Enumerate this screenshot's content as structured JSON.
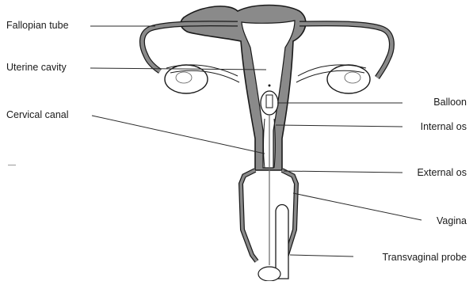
{
  "labels": {
    "fallopian_tube": "Fallopian tube",
    "uterine_cavity": "Uterine cavity",
    "cervical_canal": "Cervical canal",
    "balloon": "Balloon",
    "internal_os": "Internal os",
    "external_os": "External os",
    "vagina": "Vagina",
    "transvaginal_probe": "Transvaginal probe"
  },
  "colors": {
    "tissue_fill": "#8a8a8a",
    "outline": "#1a1a1a",
    "leader_line": "#2a2a2a",
    "background": "#ffffff"
  }
}
